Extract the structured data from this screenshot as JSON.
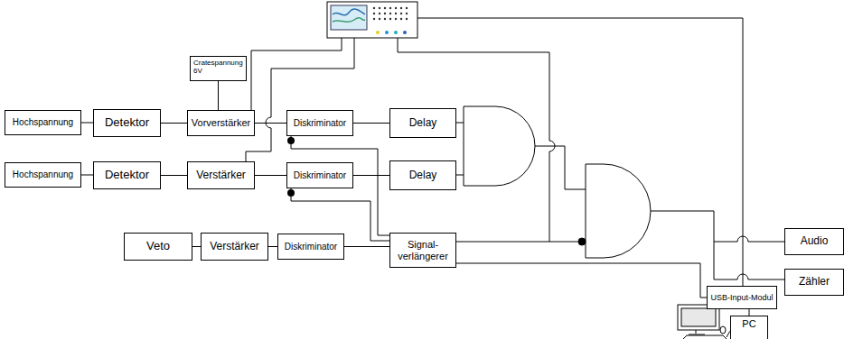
{
  "diagram": {
    "nodes": [
      {
        "text": [
          "Hochspannung"
        ]
      },
      {
        "text": [
          "Detektor"
        ]
      },
      {
        "text": [
          "Vorverstärker"
        ]
      },
      {
        "text": [
          "Cratespannung 6V"
        ]
      },
      {
        "text": [
          "Diskriminator"
        ]
      },
      {
        "text": [
          "Delay"
        ]
      },
      {
        "text": [
          "Hochspannung"
        ]
      },
      {
        "text": [
          "Detektor"
        ]
      },
      {
        "text": [
          "Verstärker"
        ]
      },
      {
        "text": [
          "Diskriminator"
        ]
      },
      {
        "text": [
          "Delay"
        ]
      },
      {
        "text": [
          "Veto"
        ]
      },
      {
        "text": [
          "Verstärker"
        ]
      },
      {
        "text": [
          "Diskriminator"
        ]
      },
      {
        "text": [
          "Signal- verlängerer"
        ]
      },
      {
        "text": [
          "Audio"
        ]
      },
      {
        "text": [
          "Zähler"
        ]
      },
      {
        "text": [
          "USB-Input-Modul"
        ]
      },
      {
        "text": [
          "PC"
        ]
      }
    ],
    "edges": [
      {
        "from": 0,
        "to": 1,
        "arrow": "none"
      },
      {
        "from": 1,
        "to": 2,
        "arrow": "none"
      },
      {
        "from": 3,
        "to": 2,
        "arrow": "none"
      },
      {
        "from": 2,
        "to": 4,
        "arrow": "none"
      },
      {
        "from": 4,
        "to": 5,
        "arrow": "none"
      },
      {
        "from": 6,
        "to": 7,
        "arrow": "none"
      },
      {
        "from": 7,
        "to": 8,
        "arrow": "none"
      },
      {
        "from": 8,
        "to": 9,
        "arrow": "none"
      },
      {
        "from": 9,
        "to": 10,
        "arrow": "none"
      },
      {
        "from": 11,
        "to": 12,
        "arrow": "none"
      },
      {
        "from": 12,
        "to": 13,
        "arrow": "none"
      },
      {
        "from": 13,
        "to": 14,
        "arrow": "none"
      },
      {
        "from": 14,
        "to": 4,
        "arrow": "none"
      },
      {
        "from": 14,
        "to": 9,
        "arrow": "none"
      },
      {
        "from": 17,
        "to": 18,
        "arrow": "none"
      }
    ]
  }
}
